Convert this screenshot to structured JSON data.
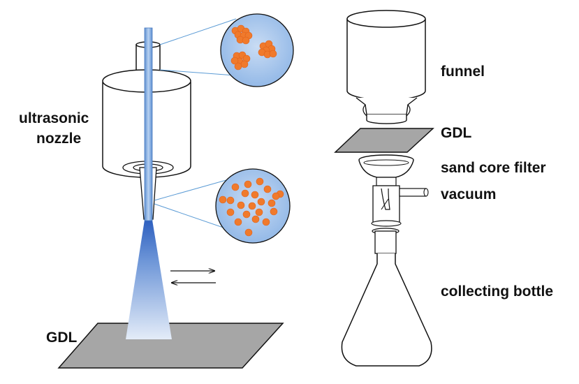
{
  "labels": {
    "ultrasonic": "ultrasonic",
    "nozzle": "nozzle",
    "gdl_left": "GDL",
    "funnel": "funnel",
    "gdl_right": "GDL",
    "sand_core_filter": "sand core filter",
    "vacuum": "vacuum",
    "collecting_bottle": "collecting bottle"
  },
  "colors": {
    "particle": "#f07a2c",
    "particle_edge": "#e0611a",
    "zoom_fill": "#a9c8ec",
    "zoom_stroke": "#5b8fd0",
    "needle": "#7fa8dc",
    "spray": "#3e6fc4",
    "gdl": "#a6a6a6",
    "line": "#111111",
    "callout": "#5b9bd5"
  },
  "icons": [
    "ultrasonic-nozzle-icon",
    "spray-cone-icon",
    "gdl-sheet-icon",
    "funnel-icon",
    "sand-core-filter-icon",
    "collecting-bottle-icon",
    "movement-arrows-icon"
  ]
}
